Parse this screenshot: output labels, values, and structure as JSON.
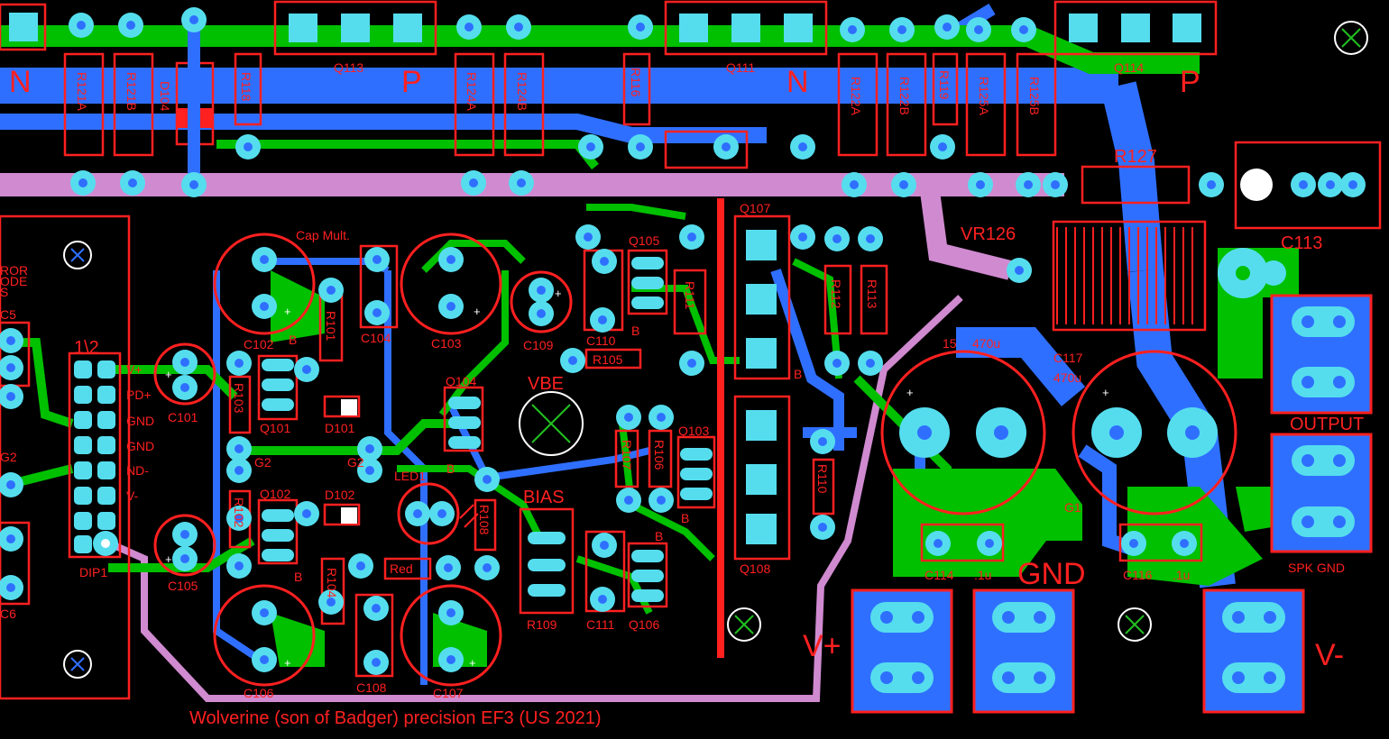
{
  "colors": {
    "background": "#000000",
    "copper_top": "#00c000",
    "copper_bottom": "#2f6fff",
    "silkscreen": "#ff2020",
    "pad": "#55ddee",
    "ground_rail": "#d08ad0",
    "mark": "#20c020"
  },
  "labels": {
    "n_left": "N",
    "p_top": "P",
    "n_mid": "N",
    "p_right": "P",
    "q113": "Q113",
    "q111": "Q111",
    "q114": "Q114",
    "r121a": "R121A",
    "r121b": "R121B",
    "d104": "D104",
    "r118": "R118",
    "r124a": "R124A",
    "r124b": "R124B",
    "r116": "R116",
    "r122a": "R122A",
    "r122b": "R122B",
    "r119": "R119",
    "r125a": "R125A",
    "r125b": "R125B",
    "r127": "R127",
    "vr126": "VR126",
    "c113": "C113",
    "q107": "Q107",
    "q105": "Q105",
    "cap_mult": "Cap Mult.",
    "mirror_text": "ROR\nODE\nS",
    "c5": "C5",
    "dip_header": "1\\2",
    "pin_vp": "V+",
    "pin_pdp": "PD+",
    "pin_gnd1": "GND",
    "pin_gnd2": "GND",
    "pin_nd": "ND-",
    "pin_vm": "V-",
    "dip1": "DIP1",
    "g2_left": "G2",
    "g2_a": "G2",
    "g2_b": "G2",
    "c6": "C6",
    "c102": "C102",
    "b_a": "B",
    "r101": "R101",
    "c104": "C104",
    "c103": "C103",
    "c109": "C109",
    "c110": "C110",
    "b_b": "B",
    "r105": "R105",
    "r111": "R111",
    "r112": "R112",
    "r113": "R113",
    "c115": "15",
    "c115_val": "470u",
    "c117": "C117",
    "c117_val": "470u",
    "c101": "C101",
    "r103": "R103",
    "q101": "Q101",
    "d101": "D101",
    "q104": "Q104",
    "vbe": "VBE",
    "r107": "R107",
    "r106": "R106",
    "q103": "Q103",
    "b_c": "B",
    "b_d": "B",
    "output": "OUTPUT",
    "led1": "LED1",
    "b_e": "B",
    "bias": "BIAS",
    "r108": "R108",
    "r110": "R110",
    "g1": "G1",
    "q102": "Q102",
    "d102": "D102",
    "r102": "R102",
    "b_f": "B",
    "c105": "C105",
    "r104": "R104",
    "red": "Red",
    "r109": "R109",
    "c111": "C111",
    "q106": "Q106",
    "b_g": "B",
    "q108": "Q108",
    "c114": "C114",
    "c114_val": ".1u",
    "gnd": "GND",
    "c116": "C116",
    "c116_val": ".1u",
    "spk_gnd": "SPK GND",
    "c106": "C106",
    "c108": "C108",
    "c107": "C107",
    "vplus": "V+",
    "vminus": "V-",
    "footer": "Wolverine (son of Badger) precision EF3 (US 2021)"
  }
}
